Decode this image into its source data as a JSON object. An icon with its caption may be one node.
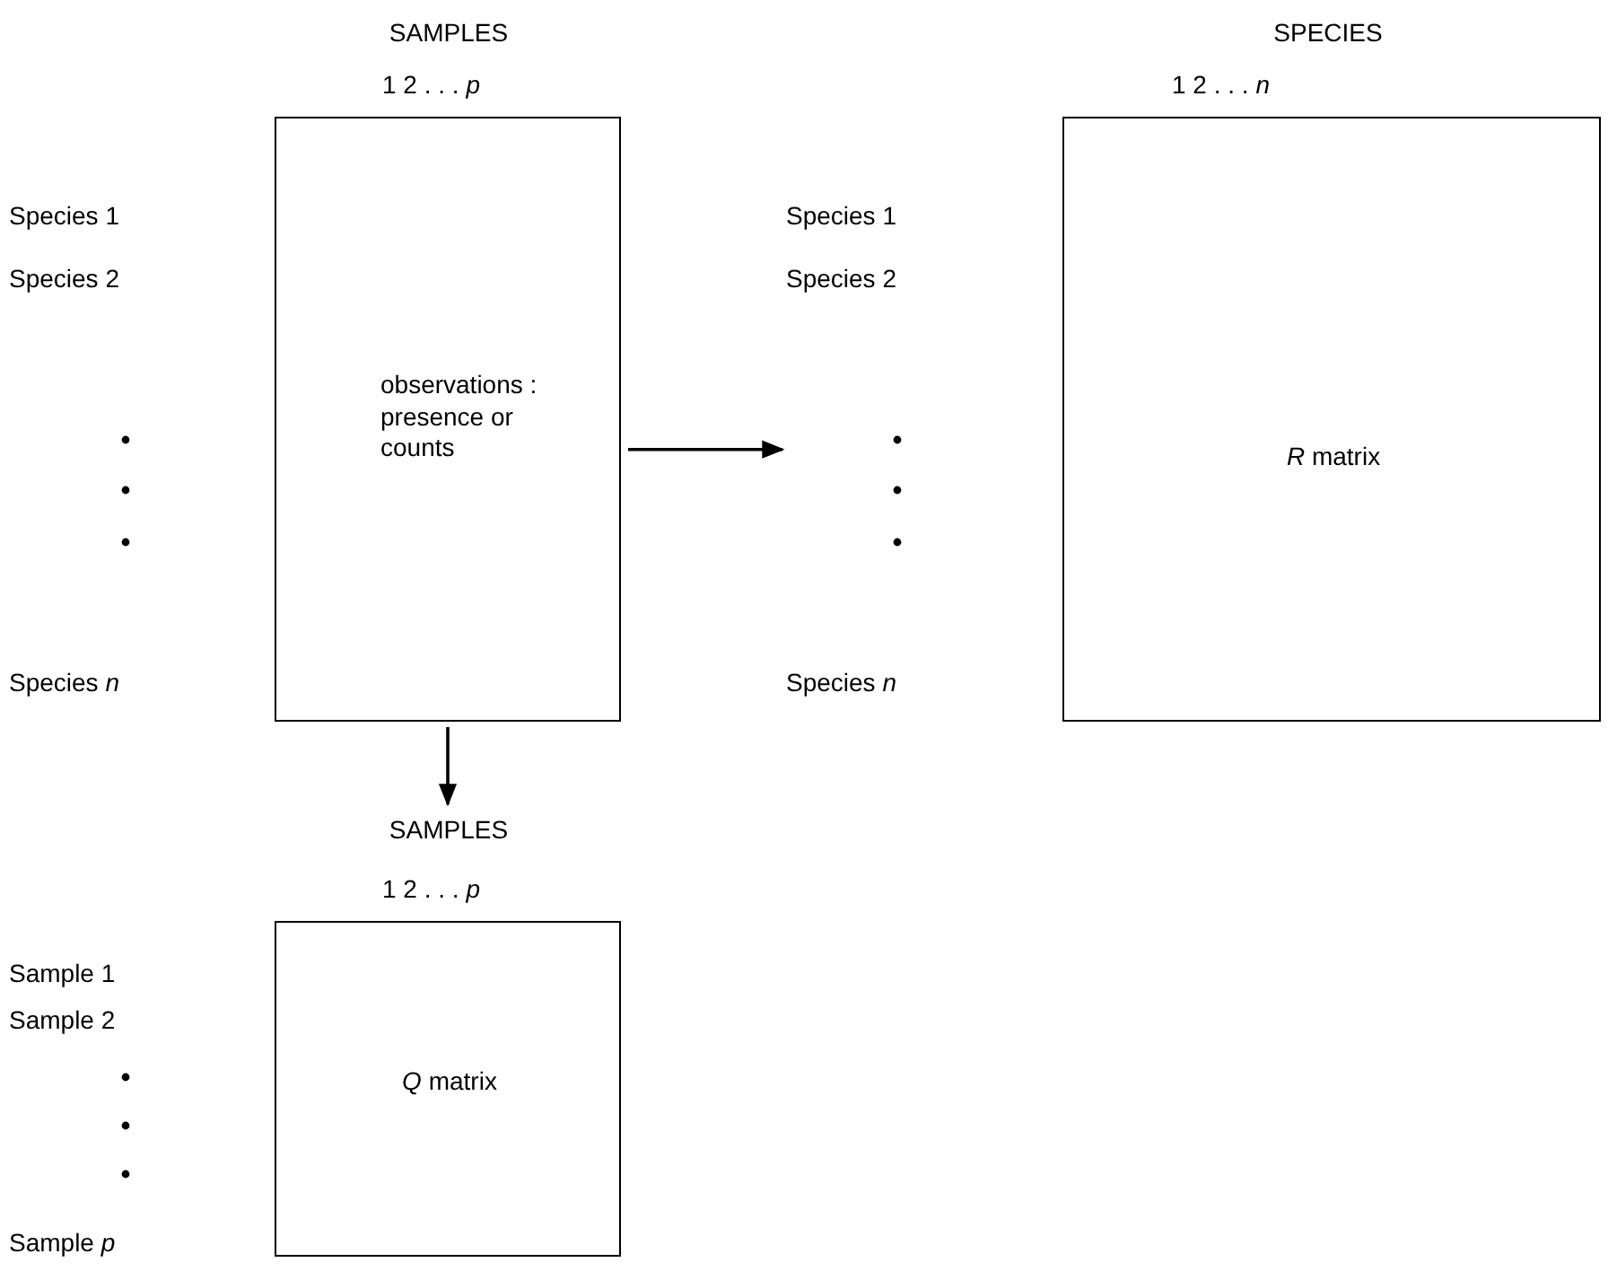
{
  "diagram": {
    "nodes": [
      {
        "text": [
          "SAMPLES",
          "observations : presence or counts"
        ]
      },
      {
        "text": [
          "SPECIES",
          "*R* matrix"
        ]
      },
      {
        "text": [
          "SAMPLES",
          "*Q* matrix"
        ]
      }
    ],
    "edges": [
      {
        "from": 0,
        "to": 1,
        "arrow": "to"
      },
      {
        "from": 0,
        "to": 2,
        "arrow": "to"
      }
    ],
    "labels": [
      "1 2 . . . *p*",
      "Species 1",
      "Species 2",
      "Species *n*",
      "1 2 . . . *n*",
      "Species 1",
      "Species 2",
      "Species *n*",
      "1 2 . . . *p*",
      "Sample 1",
      "Sample 2",
      "Sample *p*"
    ]
  }
}
